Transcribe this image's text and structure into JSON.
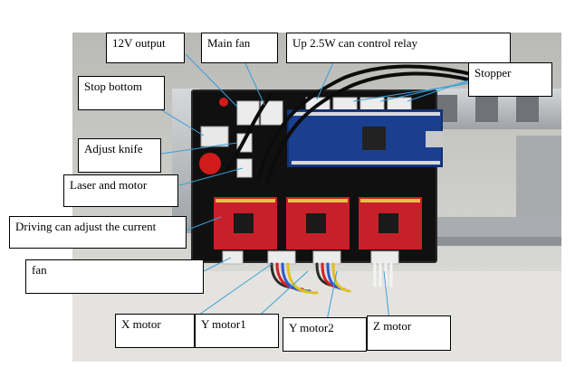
{
  "labels": {
    "v12_output": "12V output",
    "main_fan": "Main fan",
    "relay": "Up 2.5W can control relay",
    "stopper": "Stopper",
    "stop_bottom": "Stop bottom",
    "adjust_knife": "Adjust knife",
    "laser_motor": "Laser and motor",
    "driving_current": "Driving can adjust the current",
    "fan": "fan",
    "x_motor": "X motor",
    "y_motor1": "Y motor1",
    "y_motor2": "Y motor2",
    "z_motor": "Z motor"
  },
  "colors": {
    "board_pcb": "#111111",
    "arduino": "#1b3f8f",
    "driver": "#c8202a",
    "connector": "#eeeeee"
  }
}
